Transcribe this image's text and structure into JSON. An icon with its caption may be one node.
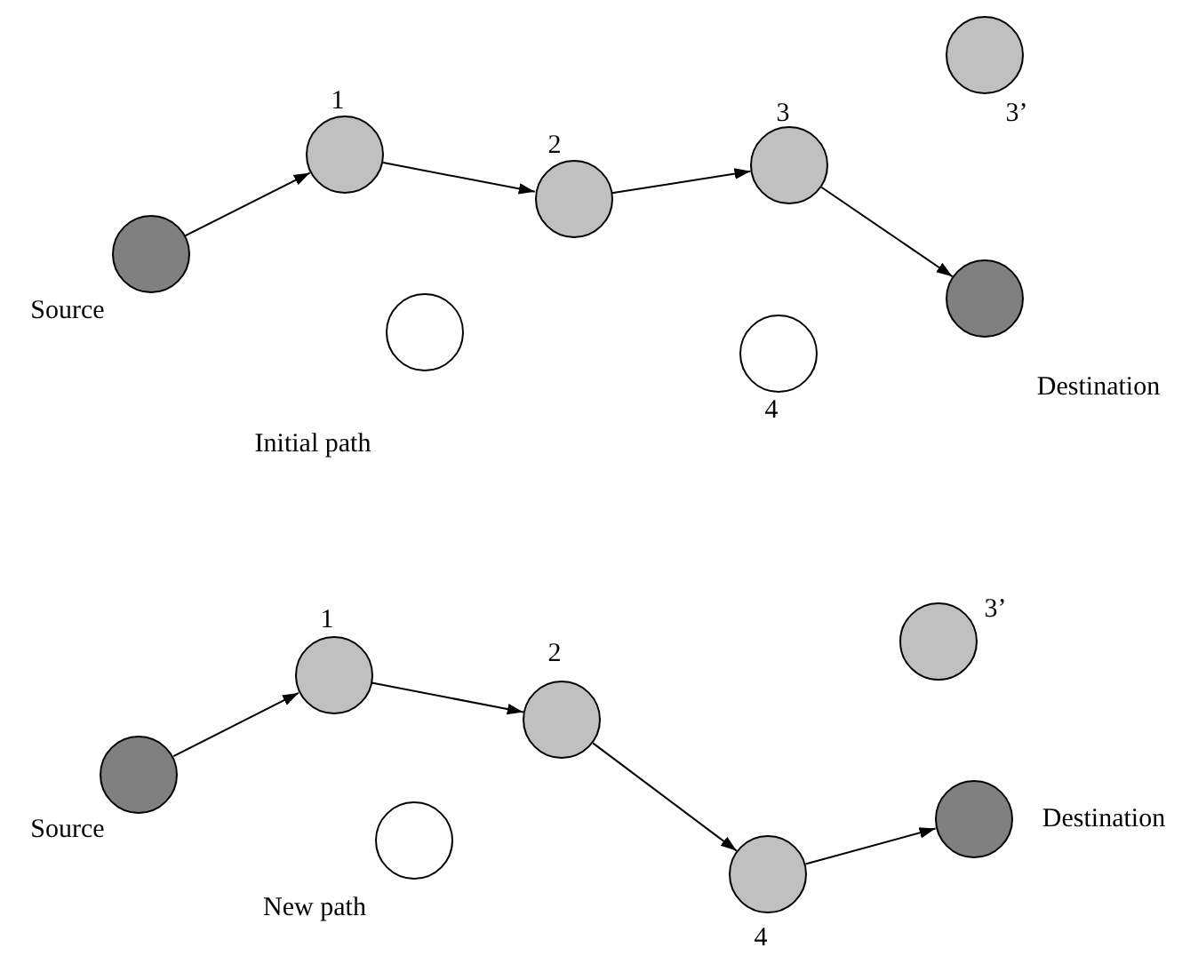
{
  "diagram": {
    "nodes": [
      {
        "text": [
          "Source"
        ]
      },
      {
        "text": [
          "1"
        ]
      },
      {
        "text": [
          "2"
        ]
      },
      {
        "text": [
          "3"
        ]
      },
      {
        "text": [
          "3’"
        ]
      },
      {
        "text": [
          "Destination"
        ]
      },
      {
        "text": [],
        "shape": "circle"
      },
      {
        "text": [
          "4"
        ]
      },
      {
        "text": [
          "Source"
        ]
      },
      {
        "text": [
          "1"
        ]
      },
      {
        "text": [
          "2"
        ]
      },
      {
        "text": [
          "3’"
        ]
      },
      {
        "text": [],
        "shape": "circle"
      },
      {
        "text": [
          "4"
        ]
      },
      {
        "text": [
          "Destination"
        ]
      }
    ],
    "edges": [
      {
        "from": 0,
        "to": 1,
        "arrow": "to"
      },
      {
        "from": 1,
        "to": 2,
        "arrow": "to"
      },
      {
        "from": 2,
        "to": 3,
        "arrow": "to"
      },
      {
        "from": 3,
        "to": 5,
        "arrow": "to"
      },
      {
        "from": 8,
        "to": 9,
        "arrow": "to"
      },
      {
        "from": 9,
        "to": 10,
        "arrow": "to"
      },
      {
        "from": 10,
        "to": 13,
        "arrow": "to"
      },
      {
        "from": 13,
        "to": 14,
        "arrow": "to"
      }
    ],
    "labels": [
      "Initial path",
      "New path"
    ]
  }
}
